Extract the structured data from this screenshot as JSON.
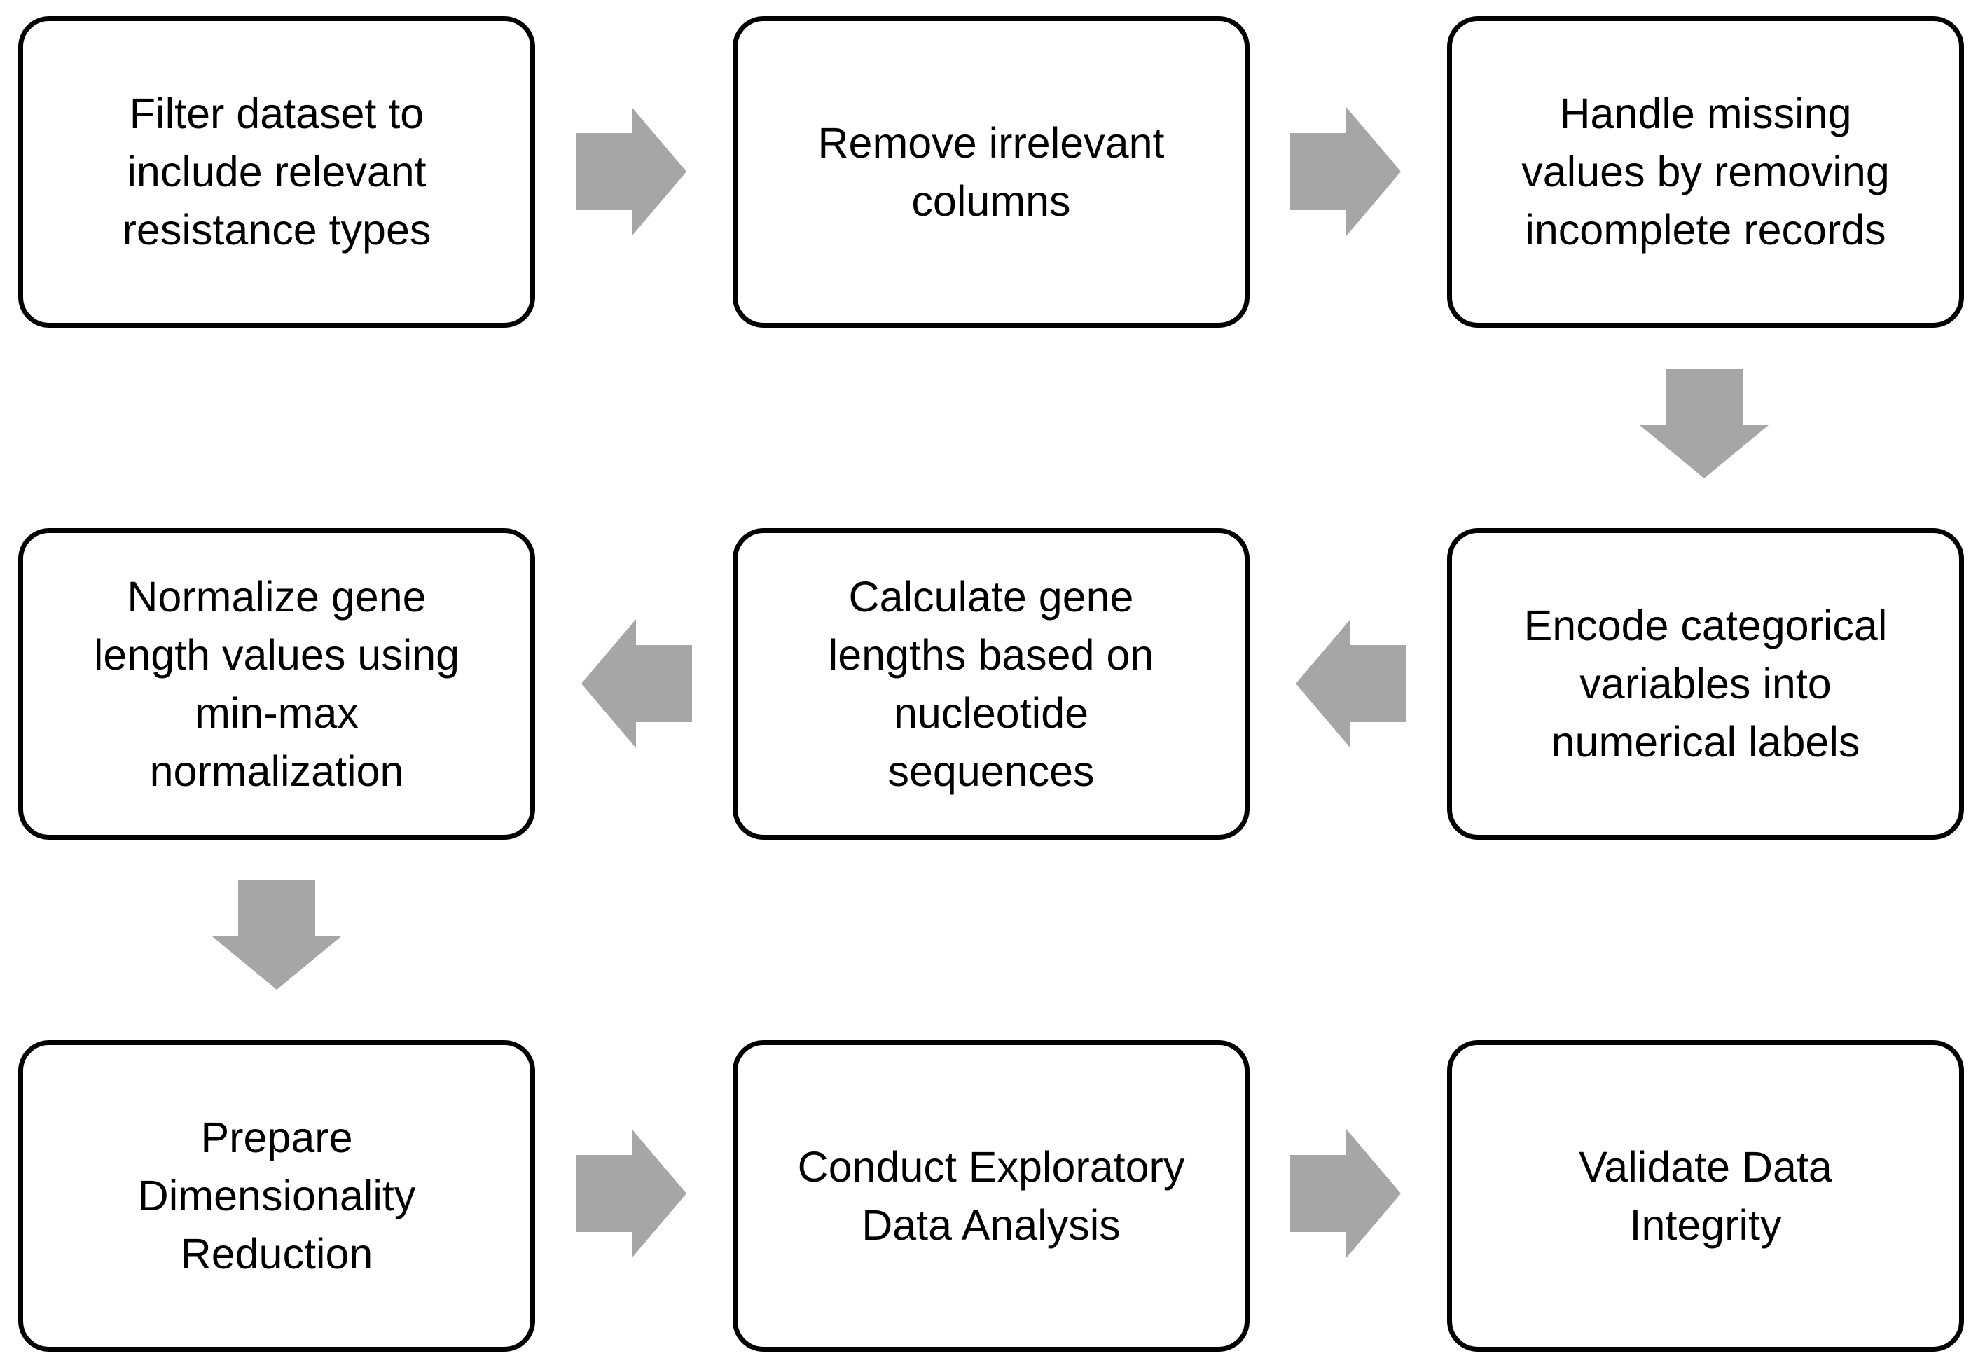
{
  "colors": {
    "box_border": "#000000",
    "box_fill": "#ffffff",
    "arrow_fill": "#a6a6a6",
    "text": "#000000"
  },
  "steps": [
    {
      "id": "filter",
      "text": "Filter dataset to\ninclude relevant\nresistance types"
    },
    {
      "id": "remove",
      "text": "Remove irrelevant\ncolumns"
    },
    {
      "id": "missing",
      "text": "Handle missing\nvalues by removing\nincomplete records"
    },
    {
      "id": "encode",
      "text": "Encode categorical\nvariables into\nnumerical labels"
    },
    {
      "id": "lengths",
      "text": "Calculate gene\nlengths based on\nnucleotide\nsequences"
    },
    {
      "id": "normalize",
      "text": "Normalize gene\nlength values using\nmin-max\nnormalization"
    },
    {
      "id": "dimred",
      "text": "Prepare\nDimensionality\nReduction"
    },
    {
      "id": "eda",
      "text": "Conduct Exploratory\nData Analysis"
    },
    {
      "id": "validate",
      "text": "Validate Data\nIntegrity"
    }
  ],
  "arrows": [
    {
      "from": "filter",
      "to": "remove",
      "direction": "right"
    },
    {
      "from": "remove",
      "to": "missing",
      "direction": "right"
    },
    {
      "from": "missing",
      "to": "encode",
      "direction": "down"
    },
    {
      "from": "encode",
      "to": "lengths",
      "direction": "left"
    },
    {
      "from": "lengths",
      "to": "normalize",
      "direction": "left"
    },
    {
      "from": "normalize",
      "to": "dimred",
      "direction": "down"
    },
    {
      "from": "dimred",
      "to": "eda",
      "direction": "right"
    },
    {
      "from": "eda",
      "to": "validate",
      "direction": "right"
    }
  ]
}
